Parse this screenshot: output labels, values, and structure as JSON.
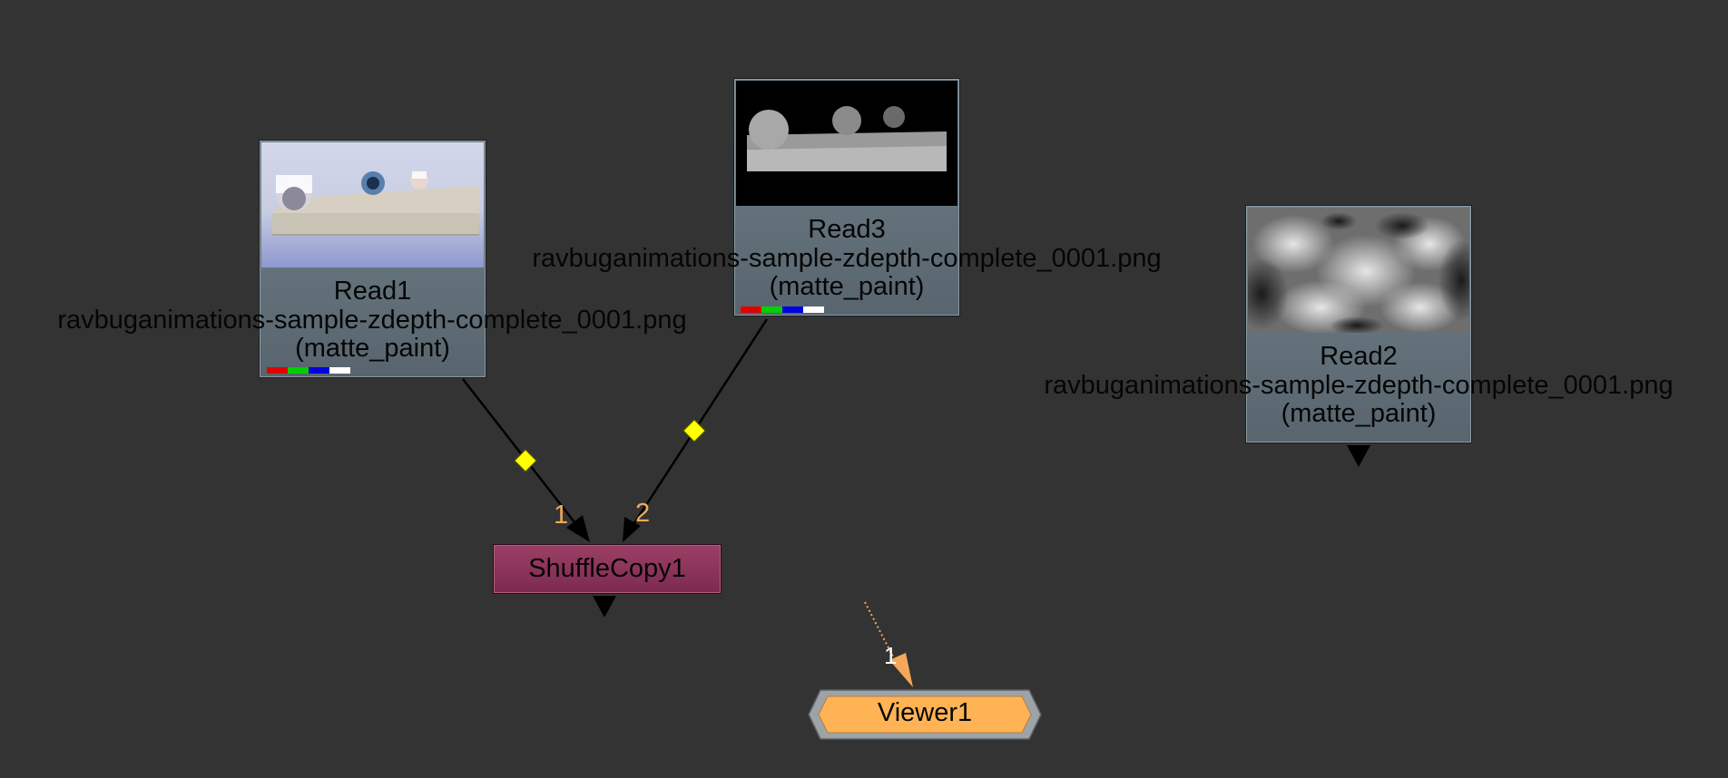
{
  "canvas": {
    "background": "#333333"
  },
  "nodes": {
    "read1": {
      "title": "Read1",
      "file": "ravbuganimations-sample-zdepth-complete_0001.png",
      "layer": "(matte_paint)",
      "thumbnail": "rendered-spheres-scene"
    },
    "read3": {
      "title": "Read3",
      "file": "ravbuganimations-sample-zdepth-complete_0001.png",
      "layer": "(matte_paint)",
      "thumbnail": "zdepth-spheres-scene"
    },
    "read2": {
      "title": "Read2",
      "file": "ravbuganimations-sample-zdepth-complete_0001.png",
      "layer": "(matte_paint)",
      "thumbnail": "cloud-noise-texture"
    },
    "shufflecopy1": {
      "title": "ShuffleCopy1",
      "color": "#8c3459",
      "input_1_label": "1",
      "input_2_label": "2"
    },
    "viewer1": {
      "title": "Viewer1",
      "color": "#ffb355",
      "input_1_label": "1"
    }
  },
  "channel_colors": [
    "#e00000",
    "#00d000",
    "#0000e0",
    "#ffffff"
  ],
  "colors": {
    "input_label": "#f5a85a",
    "dot_handle": "#ffff00",
    "wire": "#000000",
    "viewer_wire": "#f5a85a"
  }
}
